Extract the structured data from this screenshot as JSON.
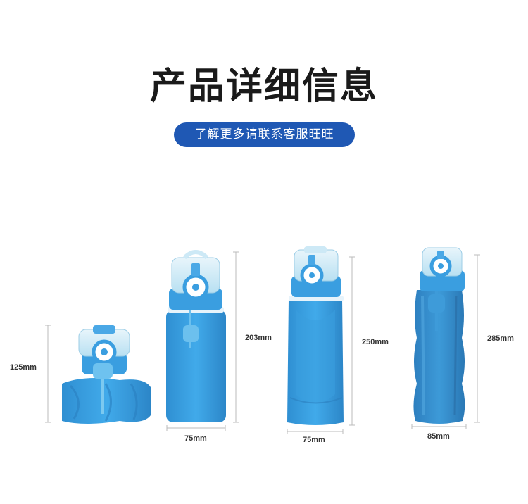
{
  "header": {
    "title": "产品详细信息",
    "contact_pill": "了解更多请联系客服旺旺"
  },
  "products": [
    {
      "state": "rolled",
      "height_label": "125mm",
      "width_label": ""
    },
    {
      "state": "standing",
      "height_label": "203mm",
      "width_label": "75mm"
    },
    {
      "state": "standing",
      "height_label": "250mm",
      "width_label": "75mm"
    },
    {
      "state": "standing",
      "height_label": "285mm",
      "width_label": "85mm"
    }
  ],
  "colors": {
    "pill_bg": "#1f58b4",
    "bottle_blue": "#3aa3e3",
    "bottle_dark": "#2f86c6",
    "cap_blue": "#4aa8e6"
  }
}
